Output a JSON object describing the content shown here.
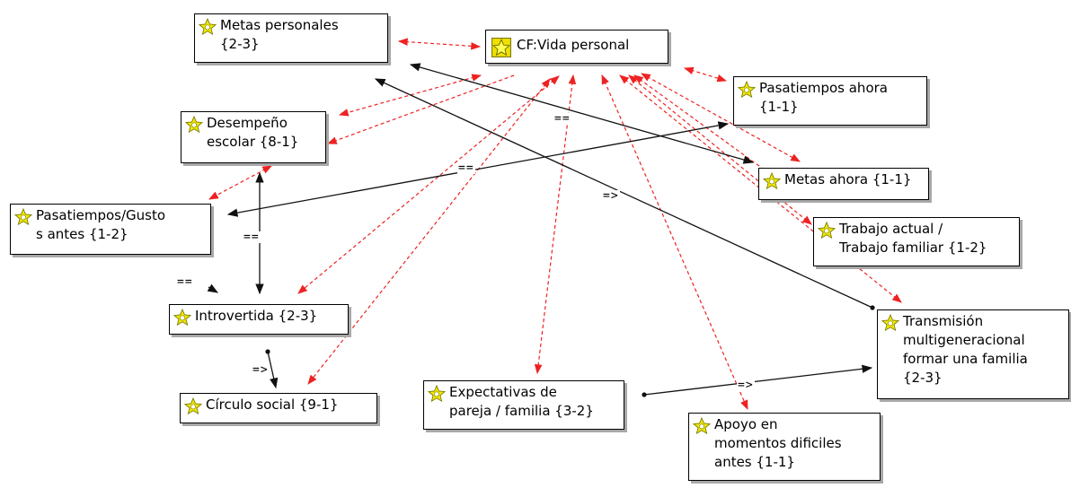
{
  "colors": {
    "relation_red": "#ee2222",
    "relation_black": "#111111",
    "icon_fill": "#e8e800",
    "icon_stroke": "#9a9a00"
  },
  "icon_name": "code-star-icon",
  "hub": {
    "label": "CF:Vida personal"
  },
  "nodes": {
    "metas_personales": {
      "label": "Metas personales\n{2-3}"
    },
    "desempeno": {
      "label": "Desempeño\nescolar {8-1}"
    },
    "pasatiempos_antes": {
      "label": "Pasatiempos/Gusto\ns antes {1-2}"
    },
    "introvertida": {
      "label": "Introvertida {2-3}"
    },
    "circulo_social": {
      "label": "Círculo social {9-1}"
    },
    "expectativas": {
      "label": "Expectativas de\npareja / familia {3-2}"
    },
    "apoyo": {
      "label": "Apoyo en\nmomentos dificiles\nantes {1-1}"
    },
    "transmision": {
      "label": "Transmisión\nmultigeneracional\nformar una familia\n{2-3}"
    },
    "trabajo": {
      "label": "Trabajo actual /\nTrabajo familiar {1-2}"
    },
    "metas_ahora": {
      "label": "Metas ahora {1-1}"
    },
    "pasatiempos_ahora": {
      "label": "Pasatiempos ahora\n{1-1}"
    }
  },
  "relation_labels": {
    "eq_top": "==",
    "eq_left": "==",
    "eq_vertical": "==",
    "eq_side": "==",
    "arrow_middle": "=>",
    "arrow_intro": "=>",
    "arrow_bottom": "=>"
  }
}
